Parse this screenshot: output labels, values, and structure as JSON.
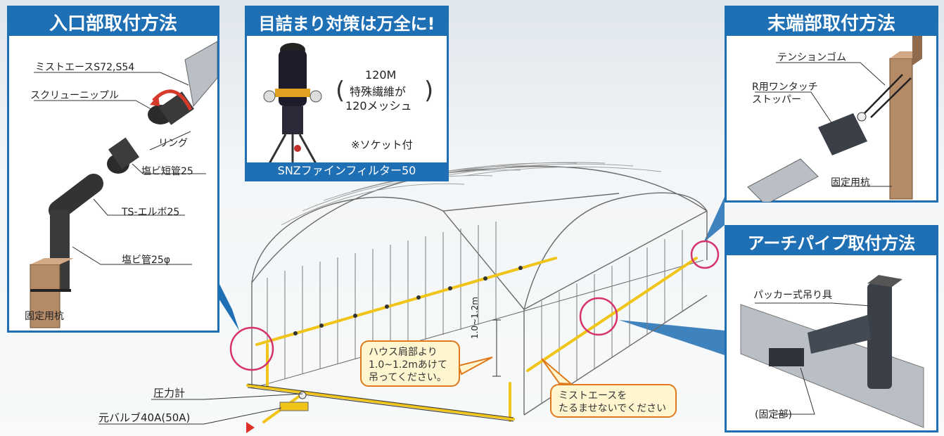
{
  "colors": {
    "panel_blue": "#1e6fb4",
    "pipe_yellow": "#f0c419",
    "circle_magenta": "#d6336c",
    "callout_orange": "#e07a1c",
    "callout_fill": "#fff6d0"
  },
  "entrance": {
    "title": "入口部取付方法",
    "labels": {
      "mist_ace": "ミストエースS72,S54",
      "screw_nipple": "スクリューニップル",
      "ring": "リング",
      "pvc_short": "塩ビ短管25",
      "ts_elbow": "TS-エルボ25",
      "pvc_pipe": "塩ビ管25φ",
      "stake": "固定用杭"
    }
  },
  "filter": {
    "title": "目詰まり対策は万全に!",
    "spec_line1": "120M",
    "spec_line2": "特殊繊維が",
    "spec_line3": "120メッシュ",
    "socket_note": "※ソケット付",
    "product_name": "SNZファインフィルター50"
  },
  "terminal": {
    "title": "末端部取付方法",
    "labels": {
      "tension_rubber": "テンションゴム",
      "stopper_line1": "R用ワンタッチ",
      "stopper_line2": "ストッパー",
      "stake": "固定用杭"
    }
  },
  "arch": {
    "title": "アーチパイプ取付方法",
    "labels": {
      "packer": "パッカー式吊り具",
      "fixed": "(固定部)"
    }
  },
  "house": {
    "height_label": "1.0~1.2m",
    "callout_hang": "ハウス肩部より\n1.0~1.2mあけて\n吊ってください。",
    "callout_sag": "ミストエースを\nたるませないでください",
    "pressure_gauge": "圧力計",
    "main_valve": "元バルブ40A(50A)"
  }
}
